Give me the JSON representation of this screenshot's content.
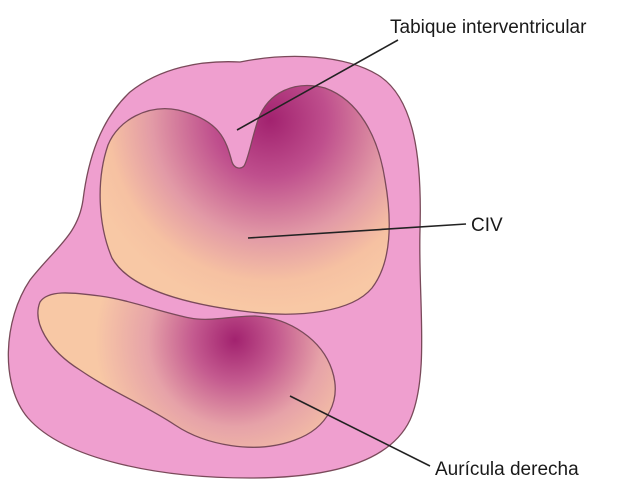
{
  "diagram": {
    "labels": {
      "septum": "Tabique interventricular",
      "vsd": "CIV",
      "right_atrium": "Aurícula derecha"
    },
    "colors": {
      "outer_wall": "#ef9fcf",
      "outline": "#7a4a5a",
      "chamber_light": "#f8c6a3",
      "chamber_mid": "#d98a9c",
      "chamber_dark": "#a2226f",
      "leader_line": "#222222",
      "label_text": "#1a1a1a"
    }
  }
}
